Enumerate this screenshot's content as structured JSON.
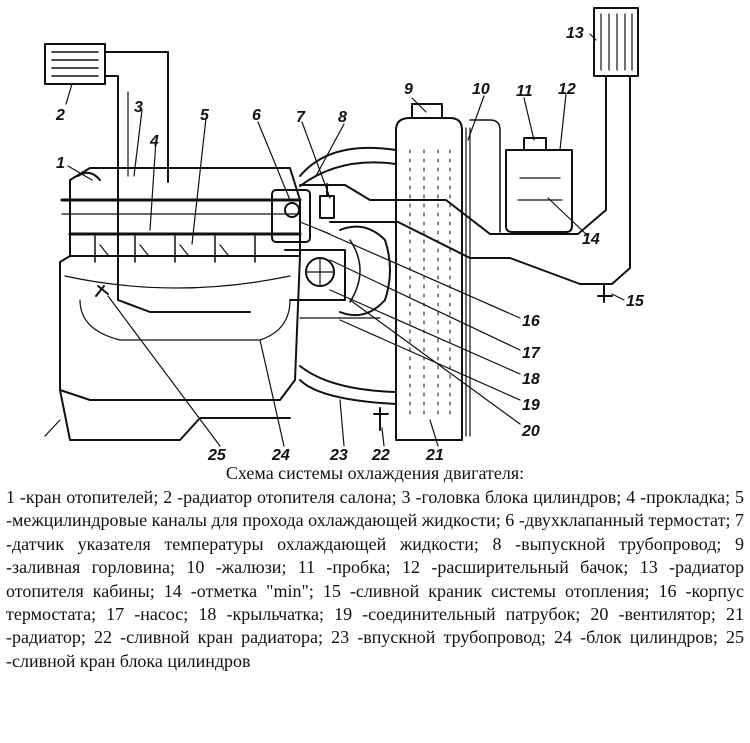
{
  "diagram": {
    "callouts": [
      "1",
      "2",
      "3",
      "4",
      "5",
      "6",
      "7",
      "8",
      "9",
      "10",
      "11",
      "12",
      "13",
      "14",
      "15",
      "16",
      "17",
      "18",
      "19",
      "20",
      "21",
      "22",
      "23",
      "24",
      "25"
    ]
  },
  "caption": "Схема системы охлаждения двигателя:",
  "legend": "1 -кран отопителей; 2 -радиатор отопителя салона; 3 -головка блока цилиндров; 4 -прокладка; 5 -межцилиндровые каналы для прохода охлаждающей жидкости; 6 -двухклапанный термостат; 7 -датчик указателя температуры охлаждающей жидкости; 8 -выпускной трубопровод; 9 -заливная горловина; 10 -жалюзи; 11 -пробка; 12 -расширительный бачок; 13 -радиатор отопителя кабины; 14 -отметка \"min\"; 15 -сливной краник системы отопления; 16 -корпус термостата; 17 -насос; 18 -крыльчатка; 19 -соединительный патрубок; 20 -вентилятор; 21 -радиатор; 22 -сливной кран радиатора; 23 -впускной трубопровод; 24 -блок цилиндров; 25 -сливной кран блока цилиндров"
}
